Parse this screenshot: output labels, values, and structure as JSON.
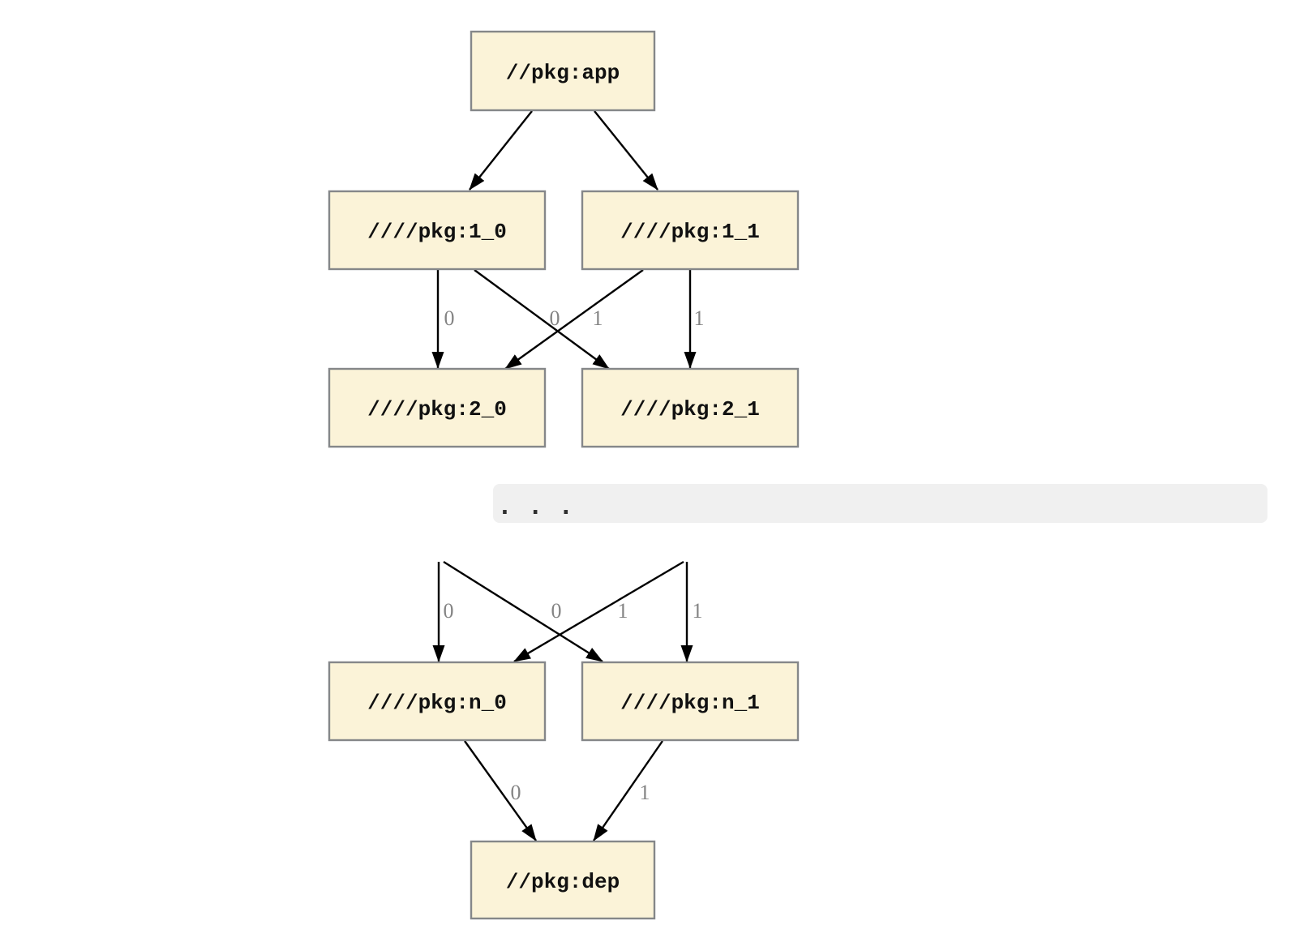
{
  "figure": {
    "type": "dependency-graph",
    "colors": {
      "background": "#ffffff",
      "node_fill": "#fbf3d8",
      "node_border": "#858789",
      "edge": "#000000",
      "edge_label": "#848484",
      "band_bg": "#f0f0f0",
      "band_text": "#2f2f2f"
    },
    "nodes": {
      "app": {
        "label": "//pkg:app"
      },
      "l1_0": {
        "label": "////pkg:1_0"
      },
      "l1_1": {
        "label": "////pkg:1_1"
      },
      "l2_0": {
        "label": "////pkg:2_0"
      },
      "l2_1": {
        "label": "////pkg:2_1"
      },
      "ln_0": {
        "label": "////pkg:n_0"
      },
      "ln_1": {
        "label": "////pkg:n_1"
      },
      "dep": {
        "label": "//pkg:dep"
      }
    },
    "edges": {
      "app__1_0": {
        "from": "//pkg:app",
        "to": "////pkg:1_0",
        "label": ""
      },
      "app__1_1": {
        "from": "//pkg:app",
        "to": "////pkg:1_1",
        "label": ""
      },
      "v1_0__2_0": {
        "from": "////pkg:1_0",
        "to": "////pkg:2_0",
        "label": "0"
      },
      "v1_0__2_1": {
        "from": "////pkg:1_0",
        "to": "////pkg:2_1",
        "label": "0"
      },
      "v1_1__2_0": {
        "from": "////pkg:1_1",
        "to": "////pkg:2_0",
        "label": "1"
      },
      "v1_1__2_1": {
        "from": "////pkg:1_1",
        "to": "////pkg:2_1",
        "label": "1"
      },
      "prev0__n_0": {
        "from": "...",
        "to": "////pkg:n_0",
        "label": "0"
      },
      "prev0__n_1": {
        "from": "...",
        "to": "////pkg:n_1",
        "label": "0"
      },
      "prev1__n_0": {
        "from": "...",
        "to": "////pkg:n_0",
        "label": "1"
      },
      "prev1__n_1": {
        "from": "...",
        "to": "////pkg:n_1",
        "label": "1"
      },
      "n_0__dep": {
        "from": "////pkg:n_0",
        "to": "//pkg:dep",
        "label": "0"
      },
      "n_1__dep": {
        "from": "////pkg:n_1",
        "to": "//pkg:dep",
        "label": "1"
      }
    },
    "ellipsis": {
      "label": ". . ."
    }
  }
}
